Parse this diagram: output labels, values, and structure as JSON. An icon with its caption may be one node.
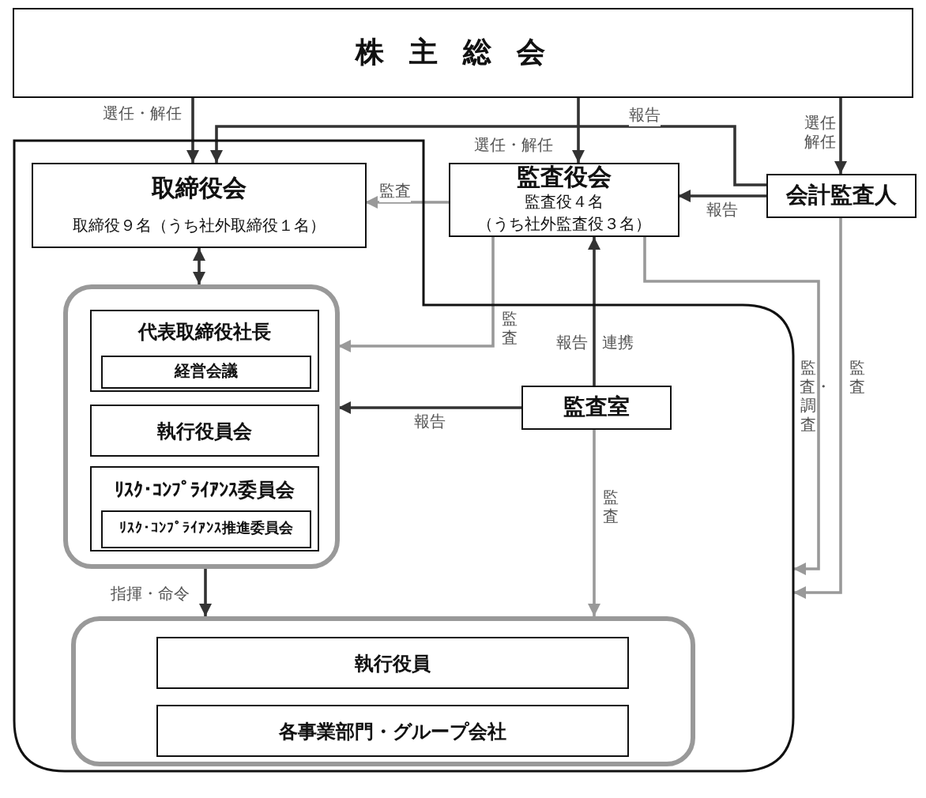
{
  "diagram": {
    "nodes": [
      {
        "text": [
          "株主総会"
        ]
      },
      {
        "text": [],
        "shape": "box"
      },
      {
        "text": [
          "取締役会",
          "取締役９名（うち社外取締役１名）"
        ],
        "in": 1
      },
      {
        "text": [
          "監査役会",
          "監査役４名",
          "（うち社外監査役３名）"
        ]
      },
      {
        "text": [
          "会計監査人"
        ]
      },
      {
        "text": [],
        "shape": "box",
        "in": 1
      },
      {
        "text": [
          "代表取締役社長"
        ],
        "in": 5
      },
      {
        "text": [
          "経営会議"
        ],
        "in": 6
      },
      {
        "text": [
          "執行役員会"
        ],
        "in": 5
      },
      {
        "text": [
          "ﾘｽｸ･ｺﾝﾌﾟﾗｲｱﾝｽ委員会"
        ],
        "in": 5
      },
      {
        "text": [
          "ﾘｽｸ･ｺﾝﾌﾟﾗｲｱﾝｽ推進委員会"
        ],
        "in": 9
      },
      {
        "text": [
          "監査室"
        ],
        "in": 1
      },
      {
        "text": [],
        "shape": "box",
        "in": 1
      },
      {
        "text": [
          "執行役員"
        ],
        "in": 12
      },
      {
        "text": [
          "各事業部門・グループ会社"
        ],
        "in": 12
      }
    ],
    "edges": [
      {
        "from": 0,
        "to": 2,
        "arrow": "to",
        "label": "選任・解任"
      },
      {
        "from": 0,
        "to": 3,
        "arrow": "to",
        "label": "選任・解任"
      },
      {
        "from": 0,
        "to": 4,
        "arrow": "to",
        "label": "選任解任"
      },
      {
        "from": 4,
        "to": 2,
        "arrow": "to",
        "label": "報告"
      },
      {
        "from": 4,
        "to": 3,
        "arrow": "to",
        "label": "報告"
      },
      {
        "from": 3,
        "to": 2,
        "arrow": "to",
        "label": "監査",
        "color": "#999999"
      },
      {
        "from": 2,
        "to": 5,
        "arrow": "both"
      },
      {
        "from": 3,
        "to": 5,
        "arrow": "to",
        "label": "監査",
        "color": "#999999"
      },
      {
        "from": 11,
        "to": 3,
        "arrow": "to",
        "label": "報告"
      },
      {
        "from": 11,
        "to": 5,
        "arrow": "to",
        "label": "報告"
      },
      {
        "from": 5,
        "to": 12,
        "arrow": "to",
        "label": "指揮・命令"
      },
      {
        "from": 11,
        "to": 12,
        "arrow": "to",
        "label": "監査",
        "color": "#999999"
      },
      {
        "from": 3,
        "to": 1,
        "arrow": "to",
        "label": "監査・調査",
        "color": "#999999"
      },
      {
        "from": 4,
        "to": 1,
        "arrow": "to",
        "label": "監査",
        "color": "#999999"
      }
    ],
    "labels": [
      "連携"
    ]
  }
}
